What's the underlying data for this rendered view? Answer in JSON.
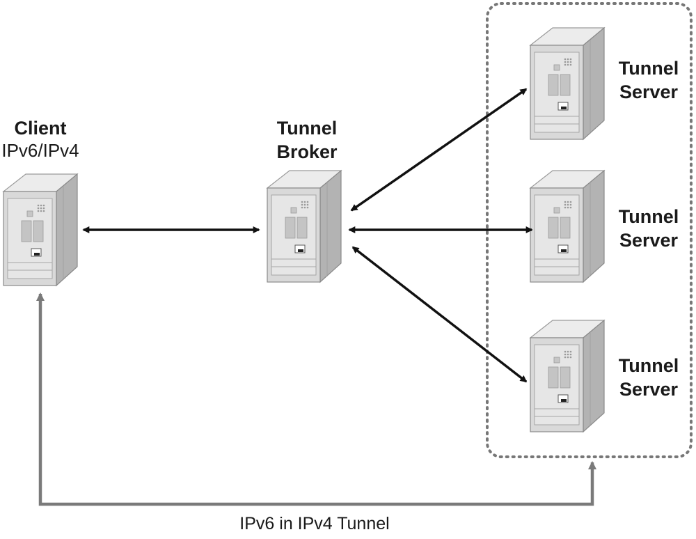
{
  "nodes": {
    "client": {
      "title": "Client",
      "subtitle": "IPv6/IPv4",
      "icon": "server-icon"
    },
    "broker": {
      "title_line1": "Tunnel",
      "title_line2": "Broker",
      "icon": "server-icon"
    },
    "servers": [
      {
        "title_line1": "Tunnel",
        "title_line2": "Server",
        "icon": "server-icon"
      },
      {
        "title_line1": "Tunnel",
        "title_line2": "Server",
        "icon": "server-icon"
      },
      {
        "title_line1": "Tunnel",
        "title_line2": "Server",
        "icon": "server-icon"
      }
    ]
  },
  "tunnel": {
    "label": "IPv6 in IPv4 Tunnel"
  },
  "colors": {
    "arrow_black": "#111111",
    "arrow_gray": "#7a7a7a",
    "group_border": "#777777",
    "server_front": "#d9d9d9",
    "server_side": "#b3b3b3",
    "server_top": "#ececec"
  }
}
